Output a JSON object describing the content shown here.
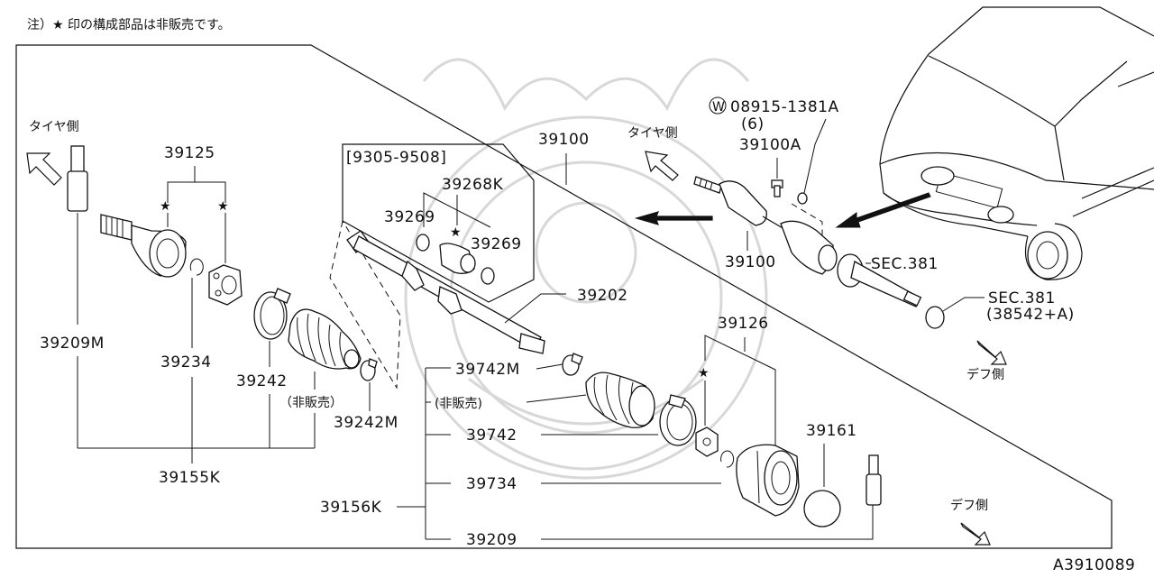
{
  "note": "注）★ 印の構成部品は非販売です。",
  "figure_code": "A3910089",
  "labels": {
    "tire_side": "タイヤ側",
    "diff_side": "デフ側",
    "not_sold": "（非販売）",
    "not_sold_paren": "(非販売)",
    "date_range": "[9305-9508]"
  },
  "parts": {
    "p39125": "39125",
    "p39209M": "39209M",
    "p39234": "39234",
    "p39242": "39242",
    "p39242M": "39242M",
    "p39155K": "39155K",
    "p39268K": "39268K",
    "p39269a": "39269",
    "p39269b": "39269",
    "p39202": "39202",
    "p39100top": "39100",
    "p39100": "39100",
    "p39100A": "39100A",
    "washer_symbol": "W",
    "p08915": "08915-1381A",
    "qty6": "(6)",
    "sec381a": "SEC.381",
    "sec381b": "SEC.381",
    "sec381b_ref": "(38542+A)",
    "p39742M": "39742M",
    "p39742": "39742",
    "p39734": "39734",
    "p39156K": "39156K",
    "p39209": "39209",
    "p39126": "39126",
    "p39161": "39161"
  }
}
